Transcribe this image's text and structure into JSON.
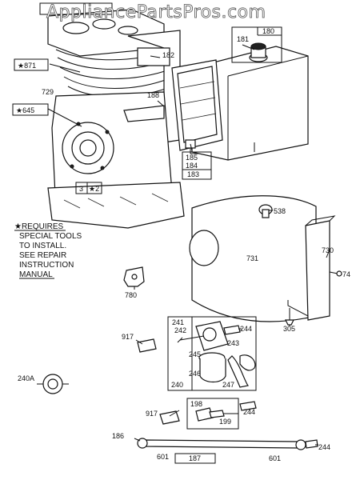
{
  "watermark": "AppliancePartsPros.com",
  "note": {
    "lines": [
      "★REQUIRES",
      "SPECIAL TOOLS",
      "TO INSTALL.",
      "SEE REPAIR",
      "INSTRUCTION",
      "MANUAL"
    ]
  },
  "callouts": {
    "p871": "★871",
    "p729": "729",
    "p645": "★645",
    "p182": "182",
    "p181": "181",
    "p180": "180",
    "p188": "188",
    "p185": "185",
    "p184": "184",
    "p183": "183",
    "p3": "3",
    "p2": "★2",
    "p538": "538",
    "p731": "731",
    "p730": "730",
    "p74": "74",
    "p780": "780",
    "p305": "305",
    "p917a": "917",
    "p241": "241",
    "p242": "242",
    "p244a": "244",
    "p243": "243",
    "p245": "245",
    "p246": "246",
    "p240": "240",
    "p247": "247",
    "p240A": "240A",
    "p917b": "917",
    "p198": "198",
    "p199": "199",
    "p244b": "244",
    "p186": "186",
    "p601a": "601",
    "p187": "187",
    "p601b": "601",
    "p244c": "244"
  }
}
